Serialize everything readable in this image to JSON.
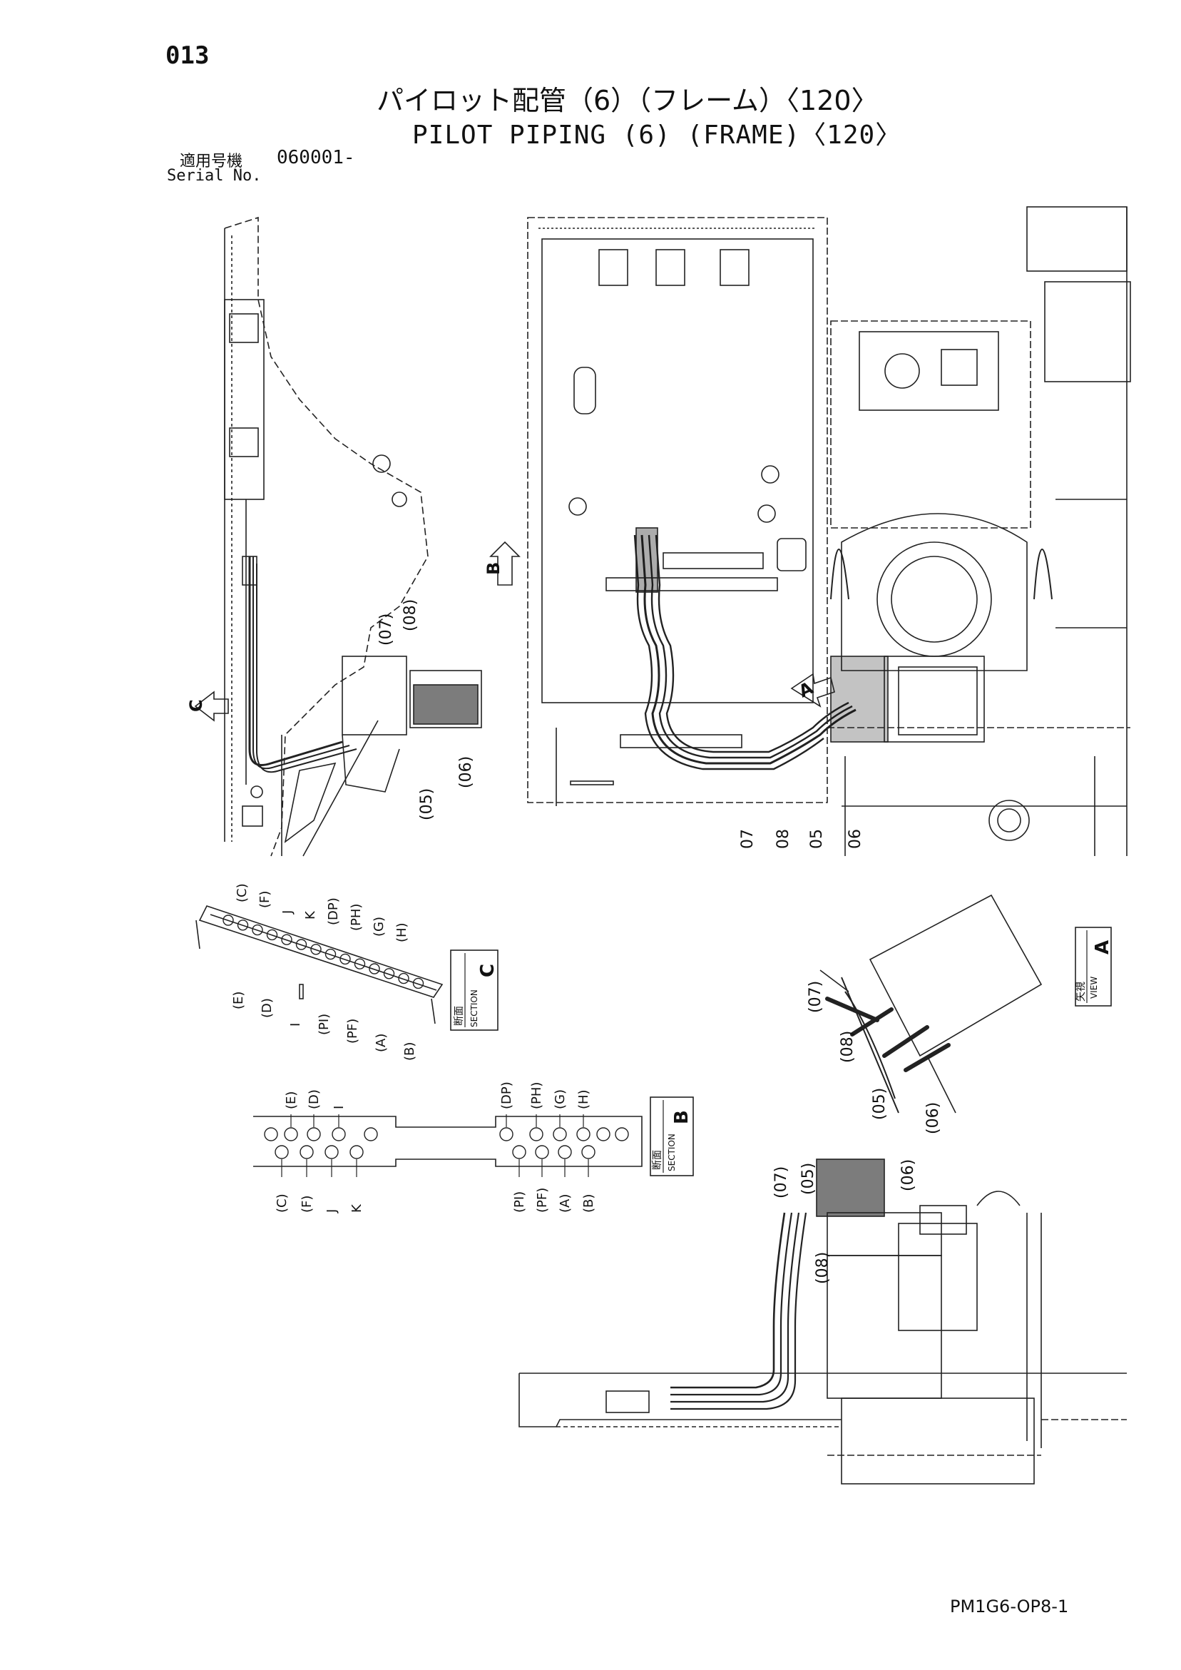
{
  "page_number": "013",
  "title_jp": "パイロット配管（6）（フレーム）〈120〉",
  "title_en": "PILOT PIPING (6) (FRAME)〈120〉",
  "serial": {
    "label_jp": "適用号機",
    "value": "060001-",
    "label_en": "Serial No."
  },
  "view_markers": {
    "a_letter": "A",
    "b_letter": "B",
    "c_letter": "C"
  },
  "main_view_callouts": {
    "left": [
      "(07)",
      "(08)",
      "(06)",
      "(05)"
    ],
    "right": [
      "07",
      "08",
      "05",
      "06"
    ]
  },
  "section_c": {
    "label_jp": "断面",
    "label_en": "SECTION",
    "letter": "C",
    "port_labels": [
      "(C)",
      "(F)",
      "J",
      "K",
      "(DP)",
      "(PH)",
      "(G)",
      "(H)",
      "(E)",
      "(D)",
      "I",
      "(PI)",
      "(PF)",
      "(A)",
      "(B)"
    ]
  },
  "section_b": {
    "label_jp": "断面",
    "label_en": "SECTION",
    "letter": "B",
    "top_labels": [
      "(E)",
      "(D)",
      "I",
      "(DP)",
      "(PH)",
      "(G)",
      "(H)"
    ],
    "bottom_labels": [
      "(C)",
      "(F)",
      "J",
      "K",
      "(PI)",
      "(PF)",
      "(A)",
      "(B)"
    ]
  },
  "view_a": {
    "label_jp": "矢視",
    "label_en": "VIEW",
    "letter": "A",
    "callouts": [
      "(07)",
      "(08)",
      "(05)",
      "(06)"
    ]
  },
  "bottom_view_callouts": [
    "(07)",
    "(05)",
    "(06)",
    "(08)"
  ],
  "doc_code": "PM1G6-OP8-1"
}
